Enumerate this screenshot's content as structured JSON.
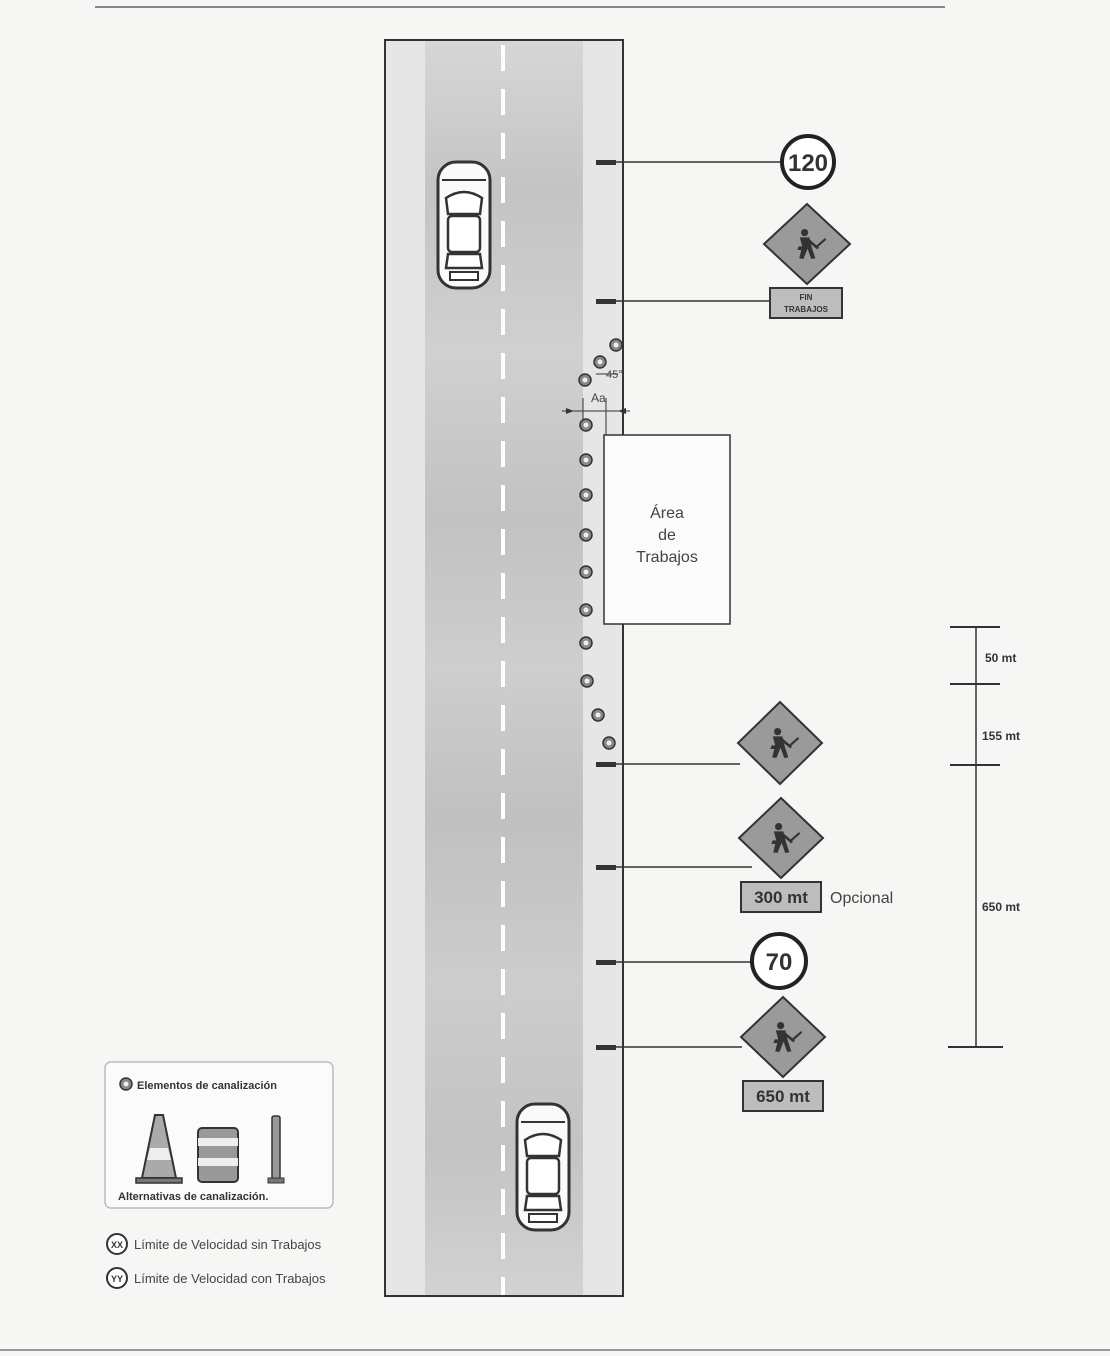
{
  "signs": {
    "speed_without_works": "120",
    "speed_with_works": "70",
    "end_works_line1": "FIN",
    "end_works_line2": "TRABAJOS",
    "plate_300": "300 mt",
    "plate_300_note": "Opcional",
    "plate_650": "650 mt"
  },
  "work_area": {
    "line1": "Área",
    "line2": "de",
    "line3": "Trabajos"
  },
  "taper": {
    "angle_label": "45°",
    "offset_label": "Aa"
  },
  "distances": [
    {
      "label": "50 mt",
      "value": 50
    },
    {
      "label": "155 mt",
      "value": 155
    },
    {
      "label": "650 mt",
      "value": 650
    }
  ],
  "legend": {
    "title": "Elementos de canalización",
    "subtitle": "Alternativas de canalización.",
    "items": [
      {
        "symbol": "XX",
        "label": "Límite de Velocidad sin Trabajos"
      },
      {
        "symbol": "YY",
        "label": "Límite de Velocidad con Trabajos"
      }
    ]
  },
  "colors": {
    "sign_fill": "#9a9a9a",
    "road_shoulder": "#e4e4e4",
    "road_lane": "#c9c9c9",
    "plate_fill": "#bdbdbd"
  },
  "icons": [
    "worker-sign-icon",
    "speed-limit-icon",
    "traffic-cone-icon",
    "barrel-icon",
    "delineator-post-icon",
    "car-icon"
  ]
}
